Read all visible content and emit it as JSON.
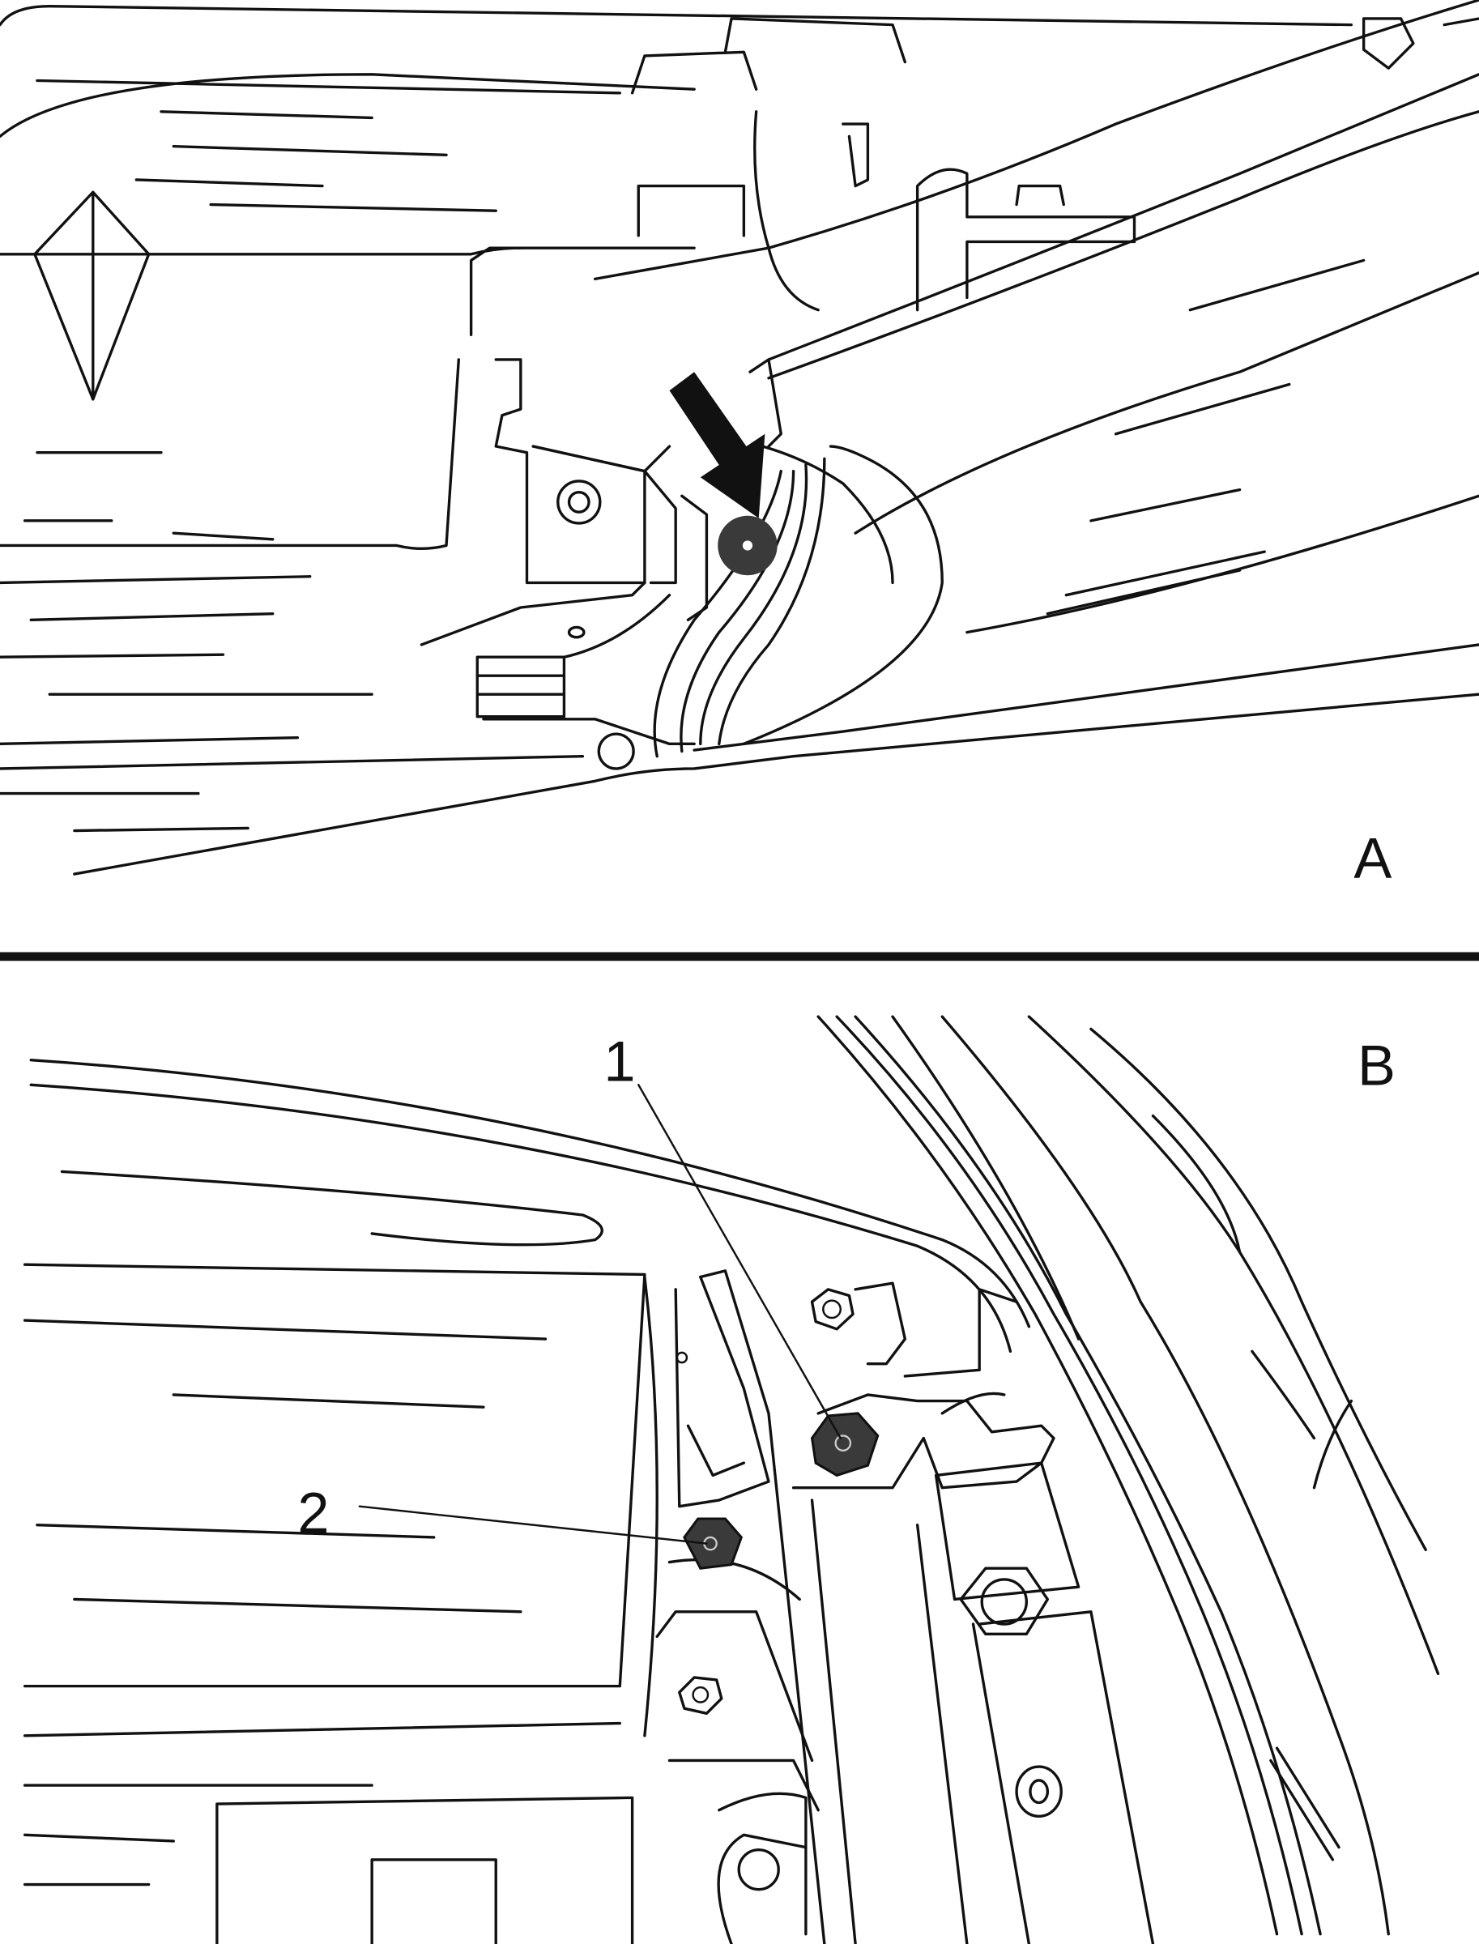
{
  "panels": [
    {
      "label": "A",
      "callouts": []
    },
    {
      "label": "B",
      "callouts": [
        "1",
        "2"
      ]
    }
  ],
  "colors": {
    "ink": "#111111",
    "fastener": "#3a3a3a",
    "background": "#ffffff"
  }
}
